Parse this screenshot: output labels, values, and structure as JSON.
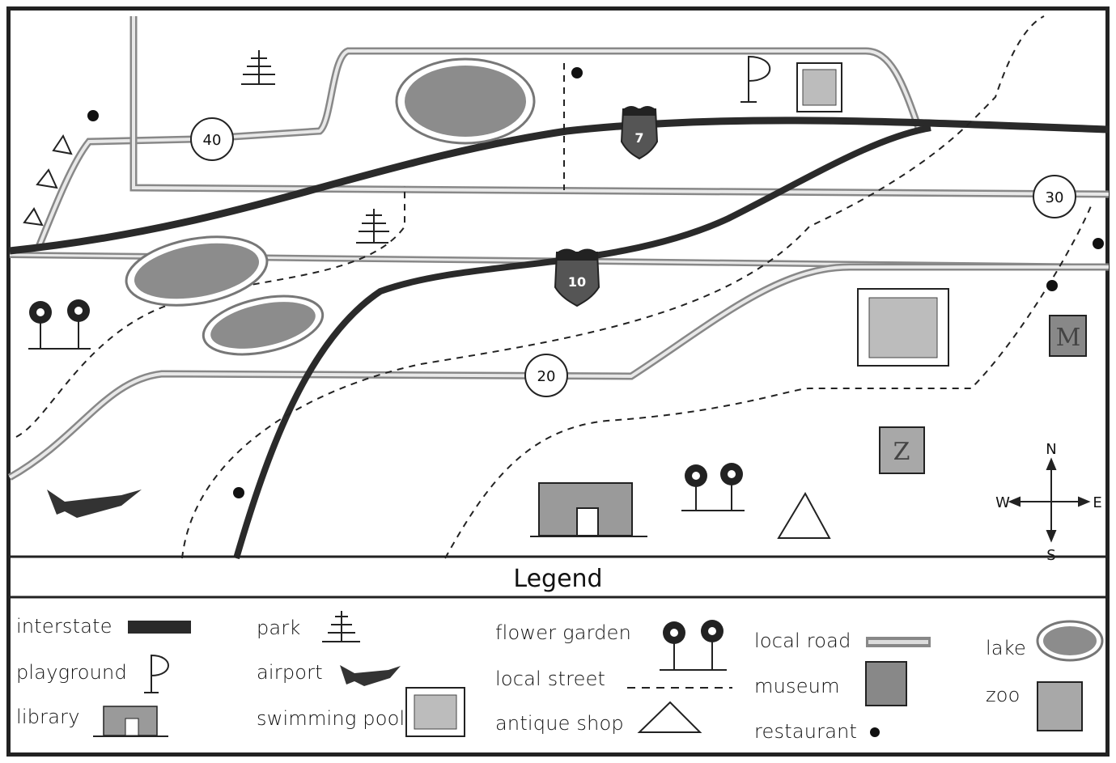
{
  "routes": {
    "r40": "40",
    "r30": "30",
    "r20": "20",
    "i7": "7",
    "i10": "10"
  },
  "compass": {
    "n": "N",
    "s": "S",
    "e": "E",
    "w": "W"
  },
  "poi_letters": {
    "museum": "M",
    "zoo": "Z"
  },
  "legend": {
    "title": "Legend",
    "items": {
      "interstate": "interstate",
      "playground": "playground",
      "library": "library",
      "park": "park",
      "airport": "airport",
      "swimming_pool": "swimming pool",
      "flower_garden": "flower garden",
      "local_street": "local street",
      "antique_shop": "antique shop",
      "local_road": "local road",
      "museum": "museum",
      "restaurant": "restaurant",
      "lake": "lake",
      "zoo": "zoo"
    }
  },
  "colors": {
    "interstate": "#2a2a2a",
    "local_road": "#9a9a9a",
    "lake": "#8c8c8c",
    "text": "#111111"
  }
}
